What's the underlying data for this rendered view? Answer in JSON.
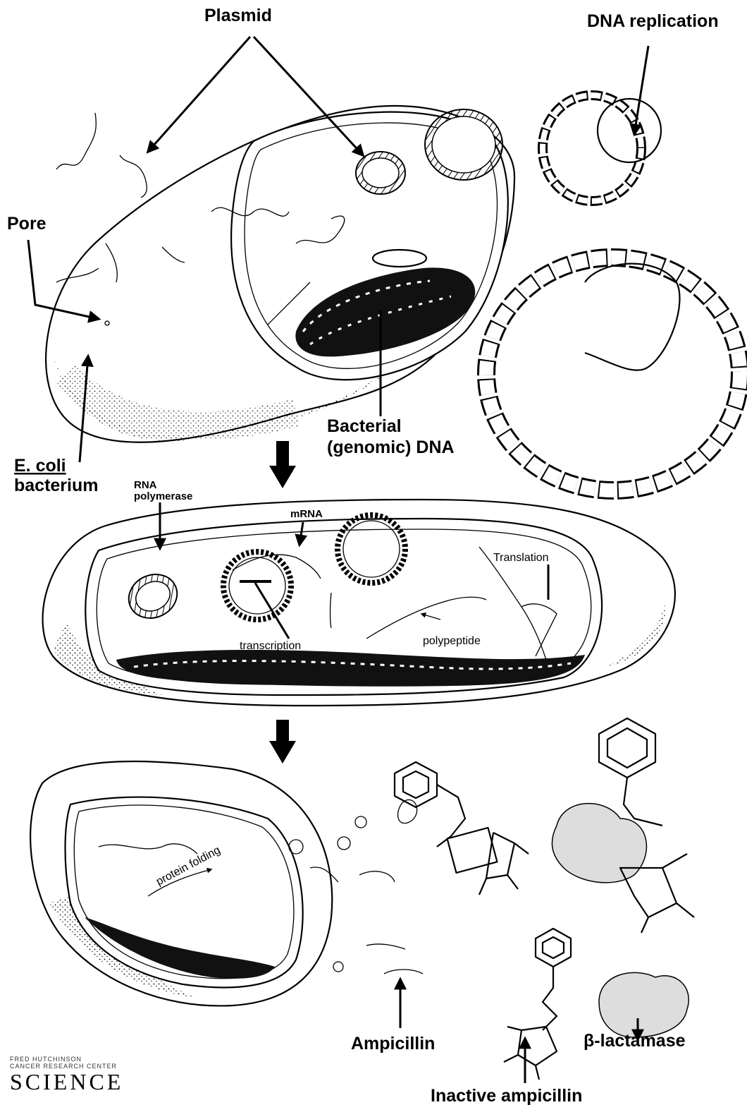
{
  "labels": {
    "plasmid": "Plasmid",
    "dna_replication": "DNA replication",
    "pore": "Pore",
    "e_coli": "E. coli",
    "bacterium": "bacterium",
    "bacterial": "Bacterial",
    "genomic_dna": "(genomic) DNA",
    "rna": "RNA",
    "polymerase": "polymerase",
    "mrna": "mRNA",
    "translation": "Translation",
    "transcription": "transcription",
    "polypeptide": "polypeptide",
    "protein_folding": "protein folding",
    "ampicillin": "Ampicillin",
    "inactive_ampicillin": "Inactive ampicillin",
    "beta_lactamase": "β-lactamase"
  },
  "credit": {
    "line1": "FRED HUTCHINSON",
    "line2": "CANCER RESEARCH CENTER",
    "line3": "SCIENCE"
  }
}
